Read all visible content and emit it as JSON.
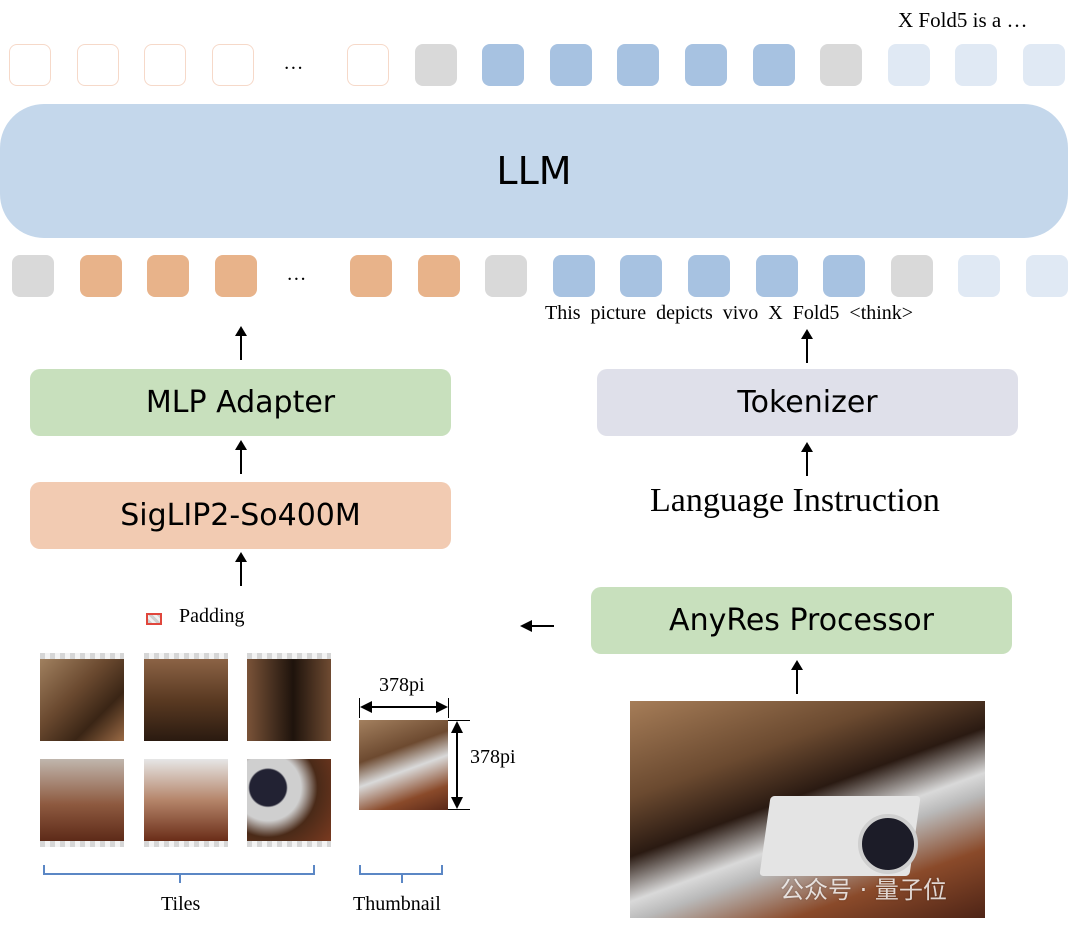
{
  "output_text": "X  Fold5  is  a  …",
  "top_tokens": [
    "outline",
    "outline",
    "outline",
    "outline",
    "dots",
    "outline",
    "gray",
    "blue",
    "blue",
    "blue",
    "blue",
    "blue",
    "gray",
    "lightblue",
    "lightblue",
    "lightblue"
  ],
  "bottom_tokens": [
    "gray",
    "orange",
    "orange",
    "orange",
    "dots",
    "orange",
    "orange",
    "gray",
    "blue",
    "blue",
    "blue",
    "blue",
    "blue",
    "gray",
    "lightblue",
    "lightblue"
  ],
  "ellipsis": "…",
  "llm": {
    "label": "LLM"
  },
  "text_tokens_caption": "This  picture  depicts  vivo  X  Fold5  <think>",
  "mlp_adapter": {
    "label": "MLP Adapter"
  },
  "vision_encoder": {
    "label": "SigLIP2-So400M"
  },
  "tokenizer": {
    "label": "Tokenizer"
  },
  "language_instruction": {
    "label": "Language Instruction"
  },
  "anyres": {
    "label": "AnyRes Processor"
  },
  "legend": {
    "padding_label": "Padding",
    "padding_color": "#e0463c"
  },
  "dimensions": {
    "width_label": "378pi",
    "height_label": "378pi"
  },
  "groups": {
    "tiles_label": "Tiles",
    "thumbnail_label": "Thumbnail"
  },
  "watermark": {
    "text": "公众号 · 量子位"
  },
  "colors": {
    "llm": "#c4d7eb",
    "adapter": "#c8e0bd",
    "encoder": "#f2cbb2",
    "tokenizer": "#dfe0ea",
    "vision_token": "#e8b38a",
    "text_token": "#a7c2e1",
    "special_token": "#d9d9d9",
    "future_token": "#e0e9f4",
    "bracket": "#5b87c5"
  }
}
